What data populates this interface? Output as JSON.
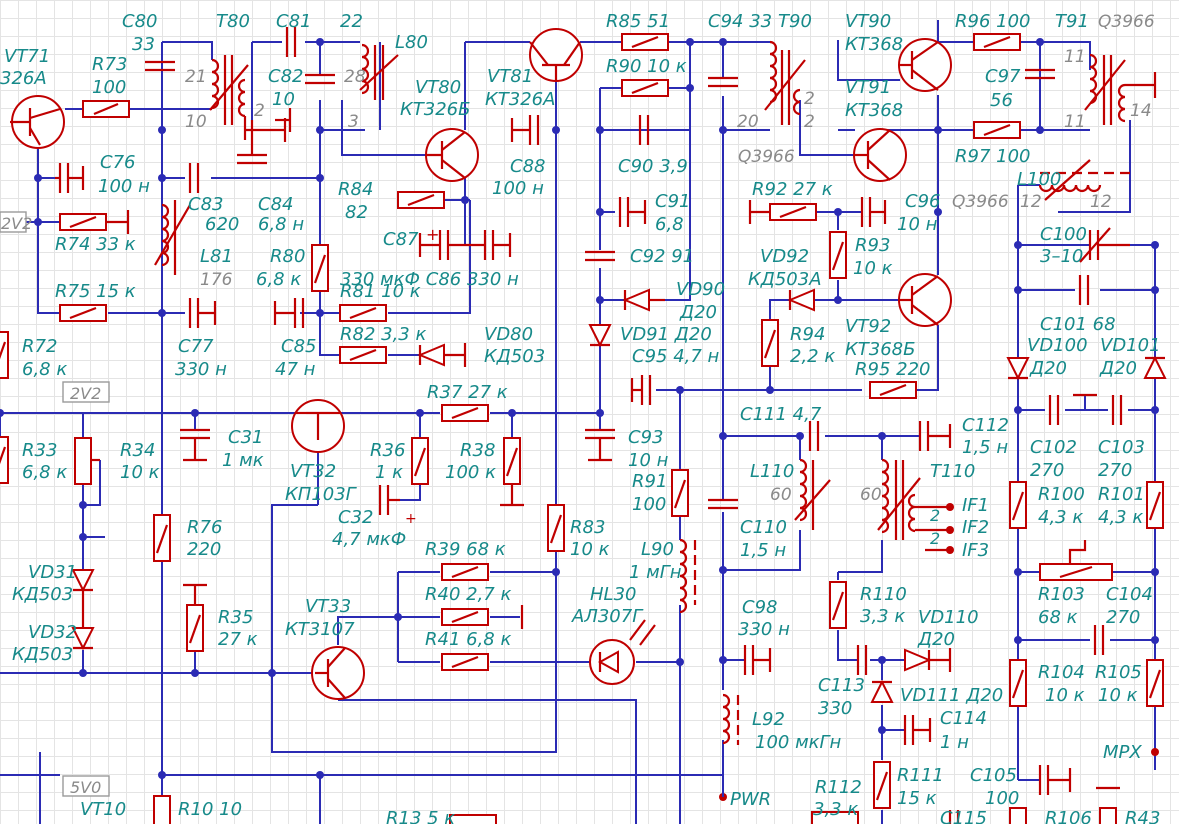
{
  "labels": [
    {
      "id": "VT71_n",
      "t": "VT71"
    },
    {
      "id": "VT71_t",
      "t": "326A"
    },
    {
      "id": "R73_n",
      "t": "R73"
    },
    {
      "id": "R73_v",
      "t": "100"
    },
    {
      "id": "C80_n",
      "t": "C80"
    },
    {
      "id": "C80_v",
      "t": "33"
    },
    {
      "id": "T80_n",
      "t": "T80"
    },
    {
      "id": "C81_n",
      "t": "C81"
    },
    {
      "id": "C81_v",
      "t": "22"
    },
    {
      "id": "L80_n",
      "t": "L80"
    },
    {
      "id": "C82_n",
      "t": "C82"
    },
    {
      "id": "C82_v",
      "t": "10"
    },
    {
      "id": "VT80_n",
      "t": "VT80"
    },
    {
      "id": "VT80_t",
      "t": "КТ326Б"
    },
    {
      "id": "VT81_n",
      "t": "VT81"
    },
    {
      "id": "VT81_t",
      "t": "КТ326А"
    },
    {
      "id": "R85",
      "t": "R85  51"
    },
    {
      "id": "R90",
      "t": "R90  10 к"
    },
    {
      "id": "C94",
      "t": "C94 33"
    },
    {
      "id": "T90_n",
      "t": "T90"
    },
    {
      "id": "VT90_n",
      "t": "VT90"
    },
    {
      "id": "VT90_t",
      "t": "КТ368"
    },
    {
      "id": "VT91_n",
      "t": "VT91"
    },
    {
      "id": "VT91_t",
      "t": "КТ368"
    },
    {
      "id": "R96",
      "t": "R96 100"
    },
    {
      "id": "T91_n",
      "t": "T91"
    },
    {
      "id": "C97_n",
      "t": "C97"
    },
    {
      "id": "C97_v",
      "t": "56"
    },
    {
      "id": "R97",
      "t": "R97 100"
    },
    {
      "id": "L100",
      "t": "L100"
    },
    {
      "id": "C76_n",
      "t": "C76"
    },
    {
      "id": "C76_v",
      "t": "100 н"
    },
    {
      "id": "R74",
      "t": "R74  33 к"
    },
    {
      "id": "C83_n",
      "t": "C83"
    },
    {
      "id": "C83_v",
      "t": "620"
    },
    {
      "id": "C84_n",
      "t": "C84"
    },
    {
      "id": "C84_v",
      "t": "6,8 н"
    },
    {
      "id": "L81_n",
      "t": "L81"
    },
    {
      "id": "R84_n",
      "t": "R84"
    },
    {
      "id": "R84_v",
      "t": "82"
    },
    {
      "id": "C88_n",
      "t": "C88"
    },
    {
      "id": "C88_v",
      "t": "100 н"
    },
    {
      "id": "C90",
      "t": "C90  3,9"
    },
    {
      "id": "C91_n",
      "t": "C91"
    },
    {
      "id": "C91_v",
      "t": "6,8"
    },
    {
      "id": "R92",
      "t": "R92  27 к"
    },
    {
      "id": "C96_n",
      "t": "C96"
    },
    {
      "id": "C96_v",
      "t": "10 н"
    },
    {
      "id": "C100_n",
      "t": "C100"
    },
    {
      "id": "C100_v",
      "t": "3–10"
    },
    {
      "id": "C87",
      "t": "C87"
    },
    {
      "id": "C86",
      "t": "330 мкФ          C86  330 н"
    },
    {
      "id": "C92",
      "t": "C92  91"
    },
    {
      "id": "R93_n",
      "t": "R93"
    },
    {
      "id": "R93_v",
      "t": "10 к"
    },
    {
      "id": "VD92_n",
      "t": "VD92"
    },
    {
      "id": "VD92_t",
      "t": "КД503А"
    },
    {
      "id": "R80_n",
      "t": "R80"
    },
    {
      "id": "R80_v",
      "t": "6,8 к"
    },
    {
      "id": "R75",
      "t": "R75  15 к"
    },
    {
      "id": "R81",
      "t": "R81  10 к"
    },
    {
      "id": "VD90_n",
      "t": "VD90"
    },
    {
      "id": "VD90_t",
      "t": "Д20"
    },
    {
      "id": "R82",
      "t": "R82  3,3 к"
    },
    {
      "id": "VD80_n",
      "t": "VD80"
    },
    {
      "id": "VD80_t",
      "t": "КД503"
    },
    {
      "id": "VD91",
      "t": "VD91  Д20"
    },
    {
      "id": "R94_n",
      "t": "R94"
    },
    {
      "id": "R94_v",
      "t": "2,2 к"
    },
    {
      "id": "VT92_n",
      "t": "VT92"
    },
    {
      "id": "VT92_t",
      "t": "КТ368Б"
    },
    {
      "id": "C101_n",
      "t": "C101  68"
    },
    {
      "id": "VD100_n",
      "t": "VD100"
    },
    {
      "id": "VD100_t",
      "t": "Д20"
    },
    {
      "id": "VD101_n",
      "t": "VD101"
    },
    {
      "id": "VD101_t",
      "t": "Д20"
    },
    {
      "id": "C77_n",
      "t": "C77"
    },
    {
      "id": "C77_v",
      "t": "330 н"
    },
    {
      "id": "C85_n",
      "t": "C85"
    },
    {
      "id": "C85_v",
      "t": "47 н"
    },
    {
      "id": "C95",
      "t": "C95  4,7 н"
    },
    {
      "id": "R95",
      "t": "R95   220"
    },
    {
      "id": "R72_n",
      "t": "R72"
    },
    {
      "id": "R72_v",
      "t": "6,8 к"
    },
    {
      "id": "R37",
      "t": "R37  27 к"
    },
    {
      "id": "C31_n",
      "t": "C31"
    },
    {
      "id": "C31_v",
      "t": "1 мк"
    },
    {
      "id": "R36_n",
      "t": "R36"
    },
    {
      "id": "R36_v",
      "t": "1 к"
    },
    {
      "id": "R38_n",
      "t": "R38"
    },
    {
      "id": "R38_v",
      "t": "100 к"
    },
    {
      "id": "C93_n",
      "t": "C93"
    },
    {
      "id": "C93_v",
      "t": "10 н"
    },
    {
      "id": "C111",
      "t": "C111  4,7"
    },
    {
      "id": "C112_n",
      "t": "C112"
    },
    {
      "id": "C112_v",
      "t": "1,5 н"
    },
    {
      "id": "C102_n",
      "t": "C102"
    },
    {
      "id": "C102_v",
      "t": "270"
    },
    {
      "id": "C103_n",
      "t": "C103"
    },
    {
      "id": "C103_v",
      "t": "270"
    },
    {
      "id": "R33_n",
      "t": "R33"
    },
    {
      "id": "R33_v",
      "t": "6,8 к"
    },
    {
      "id": "R34_n",
      "t": "R34"
    },
    {
      "id": "R34_v",
      "t": "10 к"
    },
    {
      "id": "VT32_n",
      "t": "VT32"
    },
    {
      "id": "VT32_t",
      "t": "КП103Г"
    },
    {
      "id": "R91_n",
      "t": "R91"
    },
    {
      "id": "R91_v",
      "t": "100"
    },
    {
      "id": "L110_n",
      "t": "L110"
    },
    {
      "id": "T110_n",
      "t": "T110"
    },
    {
      "id": "IF1",
      "t": "IF1"
    },
    {
      "id": "IF2",
      "t": "IF2"
    },
    {
      "id": "IF3",
      "t": "IF3"
    },
    {
      "id": "R100_n",
      "t": "R100"
    },
    {
      "id": "R100_v",
      "t": "4,3 к"
    },
    {
      "id": "R101_n",
      "t": "R101"
    },
    {
      "id": "R101_v",
      "t": "4,3 к"
    },
    {
      "id": "C32_n",
      "t": "C32"
    },
    {
      "id": "C32_v",
      "t": "4,7 мкФ"
    },
    {
      "id": "R76_n",
      "t": "R76"
    },
    {
      "id": "R76_v",
      "t": "220"
    },
    {
      "id": "R83_n",
      "t": "R83"
    },
    {
      "id": "R83_v",
      "t": "10 к"
    },
    {
      "id": "C110_n",
      "t": "C110"
    },
    {
      "id": "C110_v",
      "t": "1,5 н"
    },
    {
      "id": "L90_n",
      "t": "L90"
    },
    {
      "id": "L90_v",
      "t": "1 мГн"
    },
    {
      "id": "VD31_n",
      "t": "VD31"
    },
    {
      "id": "VD31_t",
      "t": "КД503"
    },
    {
      "id": "R39",
      "t": "R39   68 к"
    },
    {
      "id": "R40",
      "t": "R40   2,7 к"
    },
    {
      "id": "HL30_n",
      "t": "HL30"
    },
    {
      "id": "HL30_t",
      "t": "АЛ307Г"
    },
    {
      "id": "R103_n",
      "t": "R103"
    },
    {
      "id": "R103_v",
      "t": "68 к"
    },
    {
      "id": "C104_n",
      "t": "C104"
    },
    {
      "id": "C104_v",
      "t": "270"
    },
    {
      "id": "R35_n",
      "t": "R35"
    },
    {
      "id": "R35_v",
      "t": "27 к"
    },
    {
      "id": "VT33_n",
      "t": "VT33"
    },
    {
      "id": "VT33_t",
      "t": "КТ3107"
    },
    {
      "id": "R41",
      "t": "R41  6,8 к"
    },
    {
      "id": "C98_n",
      "t": "C98"
    },
    {
      "id": "C98_v",
      "t": "330 н"
    },
    {
      "id": "R110_n",
      "t": "R110"
    },
    {
      "id": "R110_v",
      "t": "3,3 к"
    },
    {
      "id": "VD110_n",
      "t": "VD110"
    },
    {
      "id": "VD110_t",
      "t": "Д20"
    },
    {
      "id": "VD32_n",
      "t": "VD32"
    },
    {
      "id": "VD32_t",
      "t": "КД503"
    },
    {
      "id": "C113_n",
      "t": "C113"
    },
    {
      "id": "C113_v",
      "t": "330"
    },
    {
      "id": "VD111",
      "t": "VD111  Д20"
    },
    {
      "id": "R104_n",
      "t": "R104"
    },
    {
      "id": "R104_v",
      "t": "10 к"
    },
    {
      "id": "R105_n",
      "t": "R105"
    },
    {
      "id": "R105_v",
      "t": "10 к"
    },
    {
      "id": "C114_n",
      "t": "C114"
    },
    {
      "id": "C114_v",
      "t": "1 н"
    },
    {
      "id": "L92_n",
      "t": "L92"
    },
    {
      "id": "L92_v",
      "t": "100 мкГн"
    },
    {
      "id": "MPX",
      "t": "MPX"
    },
    {
      "id": "R112_n",
      "t": "R112"
    },
    {
      "id": "R112_v",
      "t": "3,3 к"
    },
    {
      "id": "R111_n",
      "t": "R111"
    },
    {
      "id": "R111_v",
      "t": "15 к"
    },
    {
      "id": "C105_n",
      "t": "C105"
    },
    {
      "id": "C105_v",
      "t": "100"
    },
    {
      "id": "PWR",
      "t": "PWR"
    },
    {
      "id": "VT10",
      "t": "VT10"
    },
    {
      "id": "R10",
      "t": "R10   10"
    },
    {
      "id": "R13",
      "t": "R13   5 к"
    },
    {
      "id": "C115",
      "t": "C115"
    },
    {
      "id": "R106",
      "t": "R106"
    },
    {
      "id": "R43",
      "t": "R43"
    }
  ],
  "gray": [
    {
      "id": "p21",
      "t": "21"
    },
    {
      "id": "p10",
      "t": "10"
    },
    {
      "id": "p2a",
      "t": "2"
    },
    {
      "id": "p28",
      "t": "28"
    },
    {
      "id": "p3",
      "t": "3"
    },
    {
      "id": "p20",
      "t": "20"
    },
    {
      "id": "p2b",
      "t": "2"
    },
    {
      "id": "p2c",
      "t": "2"
    },
    {
      "id": "Q3966a",
      "t": "Q3966"
    },
    {
      "id": "Q3966b",
      "t": "Q3966"
    },
    {
      "id": "Q3966c",
      "t": "Q3966"
    },
    {
      "id": "p11a",
      "t": "11"
    },
    {
      "id": "p11b",
      "t": "11"
    },
    {
      "id": "p14",
      "t": "14"
    },
    {
      "id": "p12a",
      "t": "12"
    },
    {
      "id": "p12b",
      "t": "12"
    },
    {
      "id": "p176",
      "t": "176"
    },
    {
      "id": "p60a",
      "t": "60"
    },
    {
      "id": "p60b",
      "t": "60"
    }
  ],
  "pins": [
    {
      "id": "t2a",
      "t": "2"
    },
    {
      "id": "t2b",
      "t": "2"
    }
  ],
  "nets": [
    {
      "id": "net2V2a",
      "t": "2V2"
    },
    {
      "id": "net2V2b",
      "t": "2V2"
    },
    {
      "id": "net5V0",
      "t": "5V0"
    }
  ]
}
